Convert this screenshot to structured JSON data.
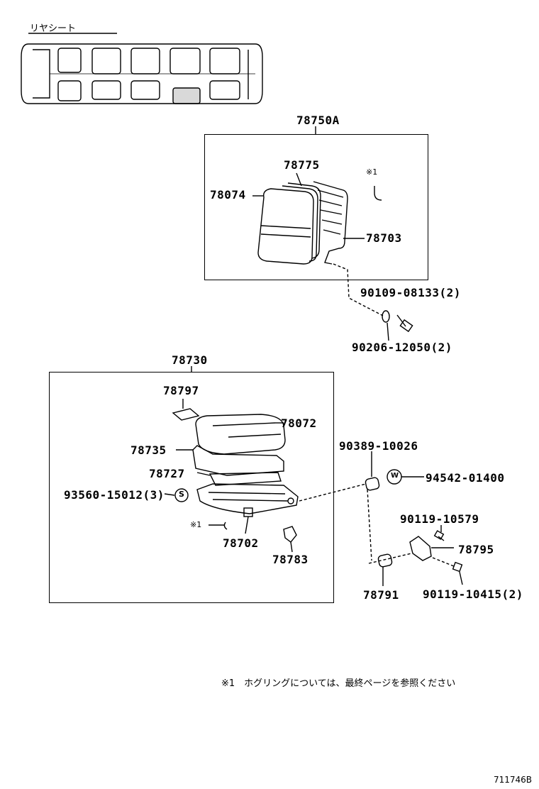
{
  "header": {
    "section_title": "リヤシート"
  },
  "assemblies": {
    "back": {
      "part_no": "78750A"
    },
    "cushion": {
      "part_no": "78730"
    }
  },
  "parts": {
    "p78775": "78775",
    "p78074": "78074",
    "p78703": "78703",
    "ref1_top": "※1",
    "bolt_top": "90109-08133(2)",
    "washer_top": "90206-12050(2)",
    "p78797": "78797",
    "p78072": "78072",
    "p78735": "78735",
    "p78727": "78727",
    "screw_s": "93560-15012(3)",
    "s_mark": "S",
    "ref1_bottom": "※1",
    "p78702": "78702",
    "p78783": "78783",
    "p90389": "90389-10026",
    "w_mark": "W",
    "p94542": "94542-01400",
    "p90119a": "90119-10579",
    "p78795": "78795",
    "p78791": "78791",
    "p90119b": "90119-10415(2)"
  },
  "footnote": "※1　ホグリングについては、最終ページを参照ください",
  "figure_id": "711746B"
}
